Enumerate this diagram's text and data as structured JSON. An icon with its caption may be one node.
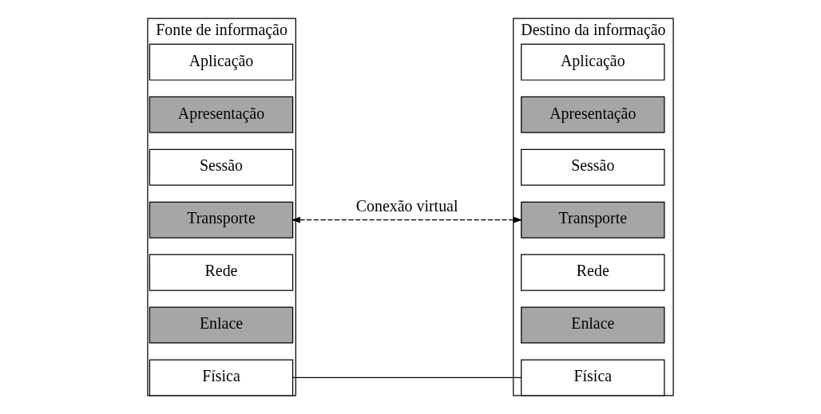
{
  "diagram": {
    "nodes": [
      {
        "text": [
          "Fonte de informação"
        ]
      },
      {
        "text": [
          "Aplicação"
        ],
        "in": 0
      },
      {
        "text": [
          "Apresentação"
        ],
        "in": 0
      },
      {
        "text": [
          "Sessão"
        ],
        "in": 0
      },
      {
        "text": [
          "Transporte"
        ],
        "in": 0
      },
      {
        "text": [
          "Rede"
        ],
        "in": 0
      },
      {
        "text": [
          "Enlace"
        ],
        "in": 0
      },
      {
        "text": [
          "Física"
        ],
        "in": 0
      },
      {
        "text": [
          "Destino da informação"
        ]
      },
      {
        "text": [
          "Aplicação"
        ],
        "in": 8
      },
      {
        "text": [
          "Apresentação"
        ],
        "in": 8
      },
      {
        "text": [
          "Sessão"
        ],
        "in": 8
      },
      {
        "text": [
          "Transporte"
        ],
        "in": 8
      },
      {
        "text": [
          "Rede"
        ],
        "in": 8
      },
      {
        "text": [
          "Enlace"
        ],
        "in": 8
      },
      {
        "text": [
          "Física"
        ],
        "in": 8
      }
    ],
    "edges": [
      {
        "from": 4,
        "to": 12,
        "arrow": "both",
        "label": "Conexão virtual",
        "style": "dashed"
      },
      {
        "from": 7,
        "to": 15,
        "arrow": "none"
      }
    ]
  }
}
